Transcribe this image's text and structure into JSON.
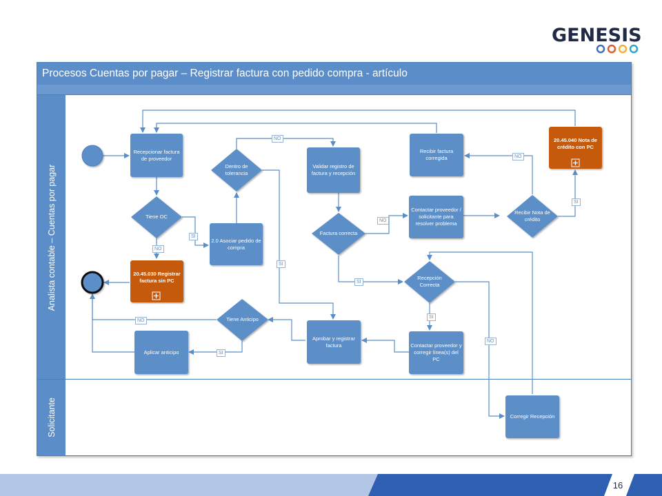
{
  "logo": {
    "text": "GENESIS",
    "ring_colors": [
      "#3f6fb5",
      "#e05a3a",
      "#f2b233",
      "#2ca8c6"
    ]
  },
  "pool": {
    "title": "Procesos Cuentas por pagar – Registrar factura con pedido compra - artículo"
  },
  "lanes": {
    "analista": "Analista contable – Cuentas por pagar",
    "solicitante": "Solicitante"
  },
  "nodes": {
    "recepcionar": "Recepcionar factura de proveedor",
    "tiene_oc": "Tiene OC",
    "sub_2045030": "20.45.030 Registrar factura sin PC",
    "dentro_tolerancia": "Dentro de tolerancia",
    "asociar": "2.0 Asociar pedido de compra",
    "validar": "Validar registro de factura y recepción",
    "factura_correcta": "Factura correcta",
    "recibir_corregida": "Recibir factura corregida",
    "contactar1": "Contactar proveedor / solicitante para resolver problema",
    "recibir_nota": "Recibir Nota de crédito",
    "sub_2045040": "20.45.040 Nota de crédito con PC",
    "recepcion_correcta": "Recepción Correcta",
    "contactar2": "Contactar proveedor y corregir línea(s) del PC",
    "aprobar": "Aprobar y registrar factura",
    "tiene_anticipo": "Tiene Anticipo",
    "aplicar_anticipo": "Aplicar anticipo",
    "corregir_recepcion": "Corregir Recepción"
  },
  "labels": {
    "no": "NO",
    "si": "SI"
  },
  "colors": {
    "task": "#5b8ec8",
    "subprocess": "#c55a11",
    "lane_header": "#5b8ec8",
    "flow": "#5b8ec8"
  },
  "footer": {
    "page_number": "16"
  }
}
